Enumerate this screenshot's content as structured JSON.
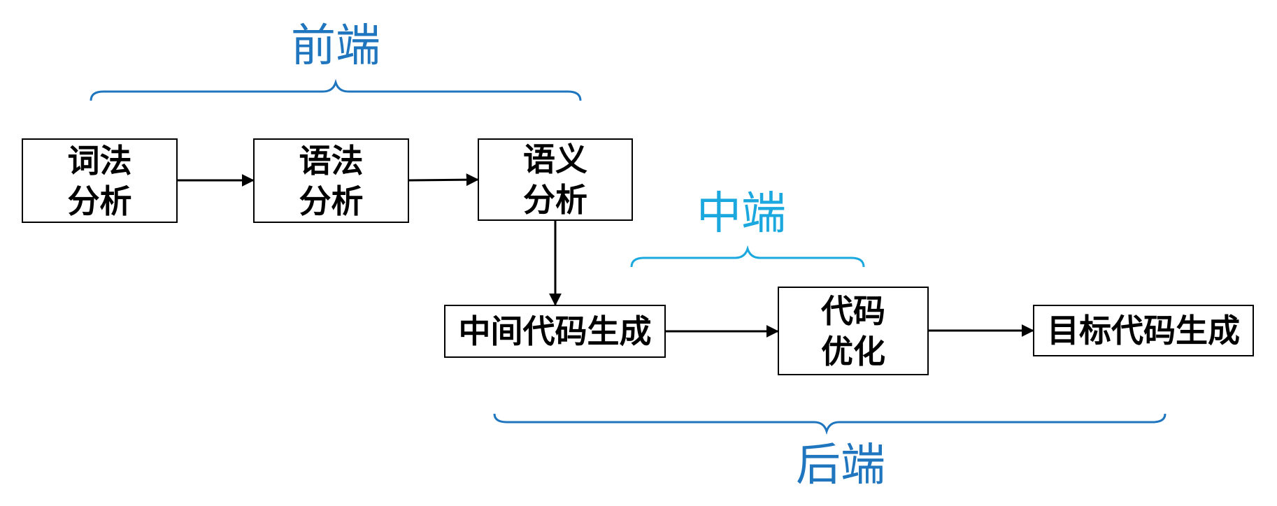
{
  "colors": {
    "box_border": "#000000",
    "arrow": "#000000",
    "front_end": "#1f75be",
    "middle_end": "#1aa8df",
    "back_end": "#1f75be"
  },
  "labels": {
    "front_end": "前端",
    "middle_end": "中端",
    "back_end": "后端"
  },
  "boxes": {
    "lexical": {
      "line1": "词法",
      "line2": "分析"
    },
    "syntax": {
      "line1": "语法",
      "line2": "分析"
    },
    "semantic": {
      "line1": "语义",
      "line2": "分析"
    },
    "ir_gen": {
      "text": "中间代码生成"
    },
    "optimize": {
      "line1": "代码",
      "line2": "优化"
    },
    "target_gen": {
      "text": "目标代码生成"
    }
  }
}
